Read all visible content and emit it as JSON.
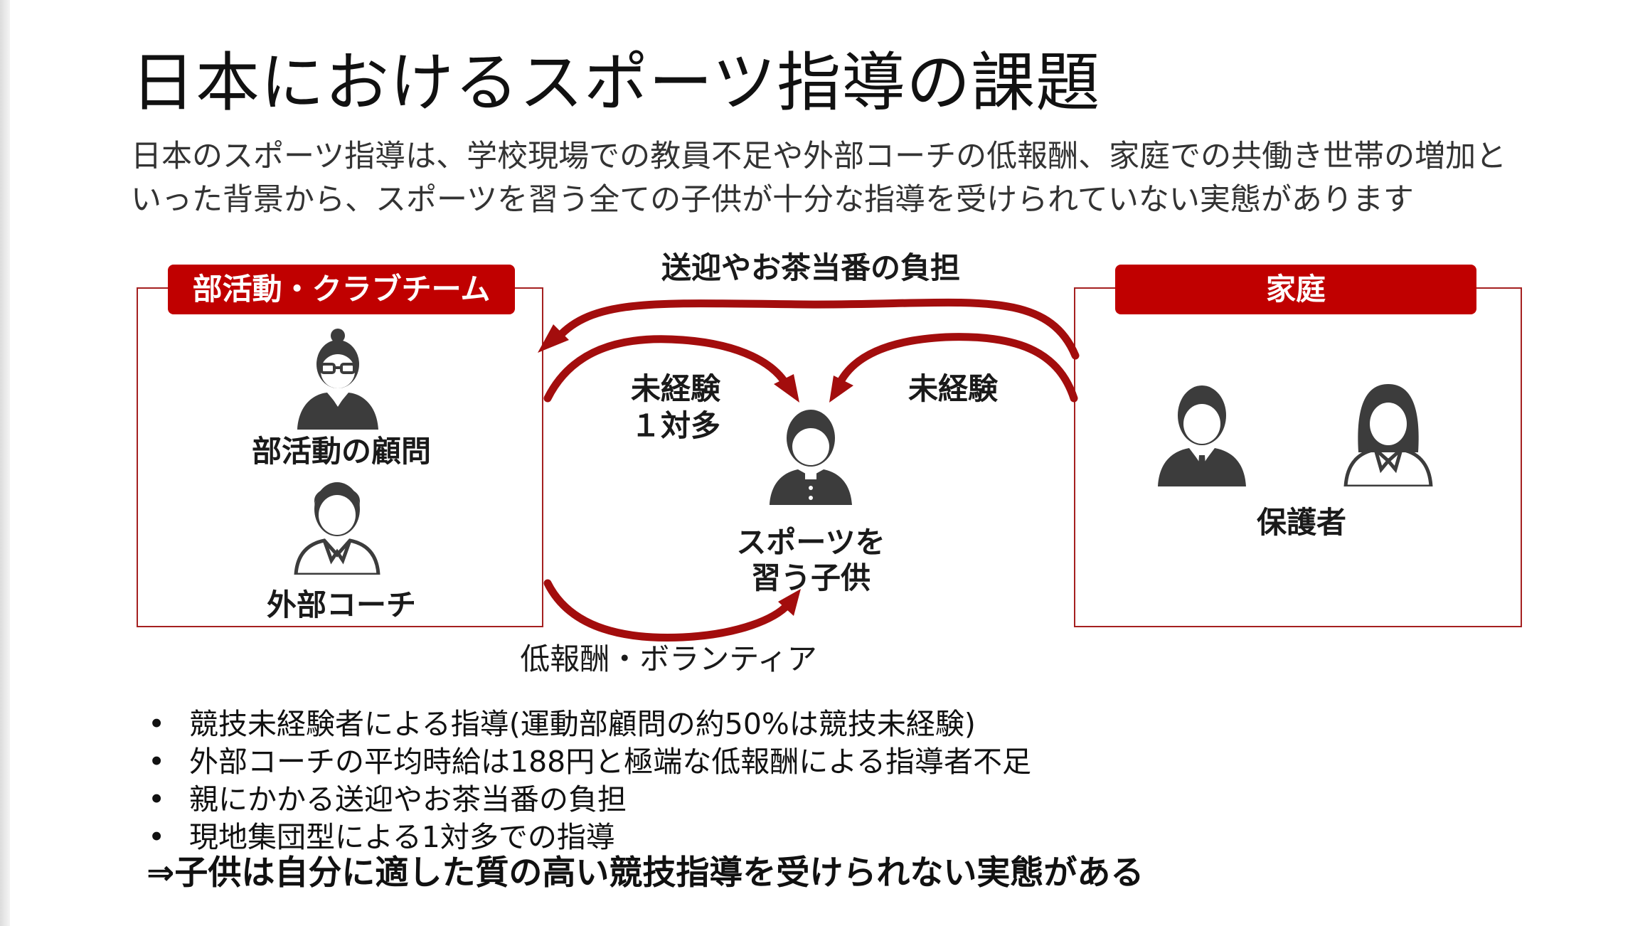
{
  "title": "日本におけるスポーツ指導の課題",
  "lead": {
    "line1": "日本のスポーツ指導は、学校現場での教員不足や外部コーチの低報酬、家庭での共働き世帯の増加と",
    "line2": "いった背景から、スポーツを習う全ての子供が十分な指導を受けられていない実態があります"
  },
  "diagram": {
    "club": {
      "tag": "部活動・クラブチーム",
      "advisor": "部活動の顧問",
      "coach": "外部コーチ"
    },
    "family": {
      "tag": "家庭",
      "guardians": "保護者"
    },
    "child": {
      "line1": "スポーツを",
      "line2": "習う子供"
    },
    "arrows": {
      "top": "送迎やお茶当番の負担",
      "left_1": "未経験",
      "left_2": "１対多",
      "right": "未経験",
      "bottom": "低報酬・ボランティア"
    },
    "colors": {
      "accent": "#c00000",
      "border": "#a52020",
      "icon": "#3c3c3c"
    }
  },
  "bullets": [
    "競技未経験者による指導(運動部顧問の約50%は競技未経験)",
    "外部コーチの平均時給は188円と極端な低報酬による指導者不足",
    "親にかかる送迎やお茶当番の負担",
    "現地集団型による1対多での指導"
  ],
  "conclusion": "⇒子供は自分に適した質の高い競技指導を受けられない実態がある"
}
